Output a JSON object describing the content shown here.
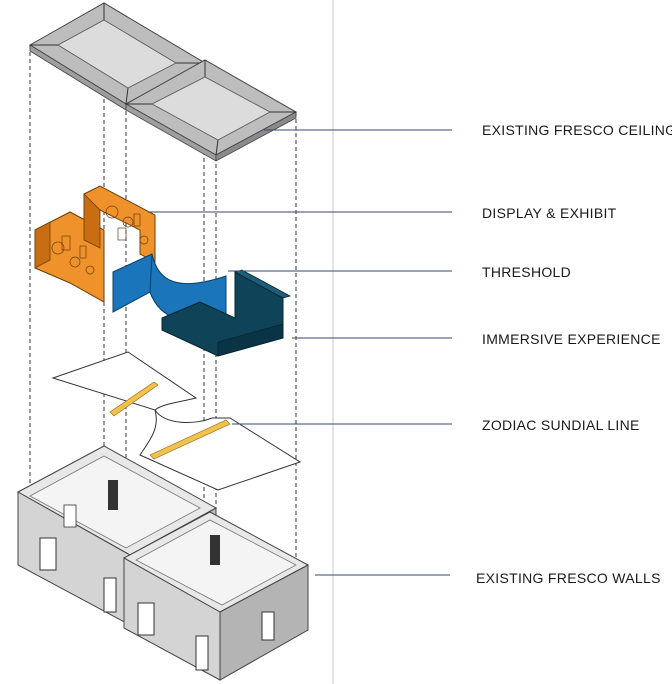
{
  "labels": {
    "ceiling": "EXISTING FRESCO CEILING",
    "display": "DISPLAY & EXHIBIT",
    "threshold": "THRESHOLD",
    "immersive": "IMMERSIVE EXPERIENCE",
    "zodiac": "ZODIAC SUNDIAL LINE",
    "walls": "EXISTING FRESCO WALLS"
  },
  "colors": {
    "ceiling": "#d9d9d9",
    "display": "#f0922c",
    "threshold": "#1b75bb",
    "immersive": "#0e4358",
    "sundial": "#f2c14e",
    "walls": "#e2e2e2"
  }
}
